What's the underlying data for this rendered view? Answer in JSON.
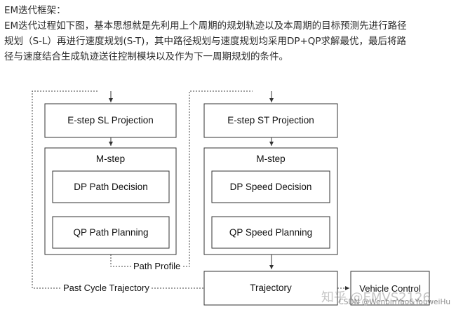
{
  "intro": {
    "heading": "EM迭代框架：",
    "line1": "EM迭代过程如下图，基本思想就是先利用上个周期的规划轨迹以及本周期的目标预测先进行路径",
    "line2": "规划（S-L）再进行速度规划(S-T)，其中路径规划与速度规划均采用DP+QP求解最优，最后将路",
    "line3": "径与速度结合生成轨迹送往控制模块以及作为下一周期规划的条件。"
  },
  "diagram": {
    "sl_projection": "E-step SL Projection",
    "st_projection": "E-step ST Projection",
    "m_step_left": "M-step",
    "m_step_right": "M-step",
    "dp_path": "DP Path Decision",
    "qp_path": "QP Path Planning",
    "dp_speed": "DP Speed Decision",
    "qp_speed": "QP Speed Planning",
    "path_profile": "Path Profile",
    "past_cycle": "Past Cycle Trajectory",
    "trajectory": "Trajectory",
    "vehicle_control": "Vehicle Control"
  },
  "watermark": {
    "main": "知乎 @EMVS2126",
    "sub": "CSDN @WenbinYao&YouweiHu"
  }
}
